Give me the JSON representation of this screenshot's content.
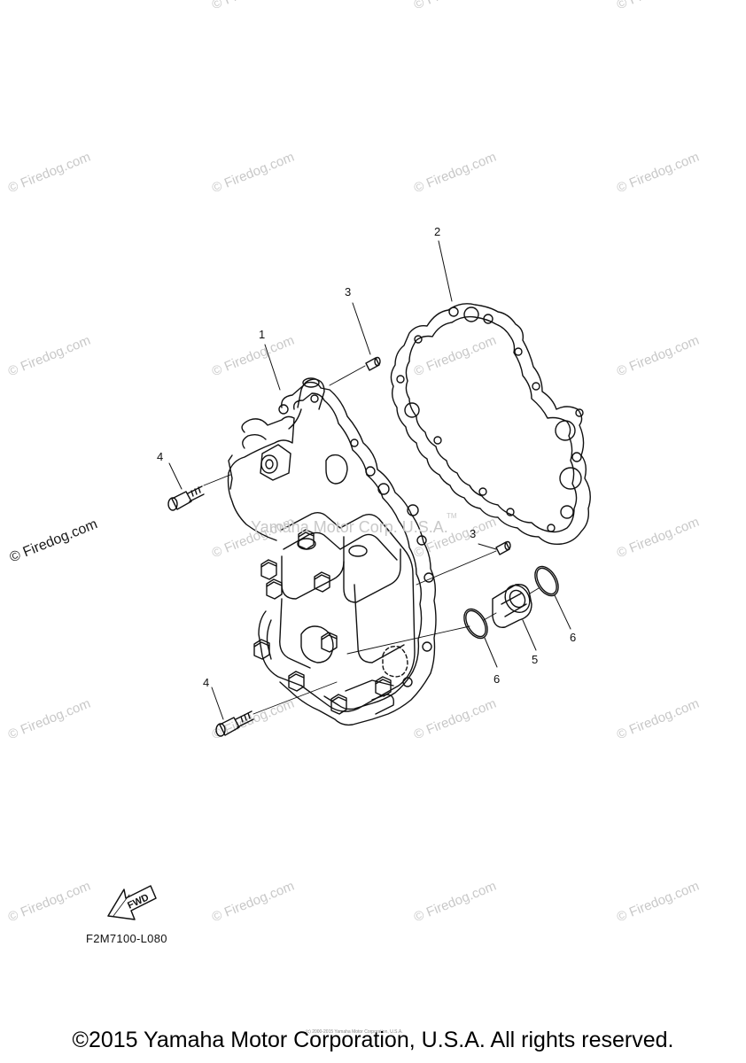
{
  "watermark_text": "© Firedog.com",
  "watermark_prominent": "© Firedog.com",
  "center_watermark": "Yamaha Motor Corp. U.S.A.",
  "center_watermark_tm": "TM",
  "part_callouts": {
    "p1": "1",
    "p2": "2",
    "p3_top": "3",
    "p3_right": "3",
    "p4_top": "4",
    "p4_bottom": "4",
    "p5": "5",
    "p6_left": "6",
    "p6_right": "6"
  },
  "fwd_label": "FWD",
  "diagram_code": "F2M7100-L080",
  "tiny_notice": "(c) 2000-2015 Yamaha Motor Corporation, U.S.A.",
  "copyright": "©2015 Yamaha Motor Corporation, U.S.A. All rights reserved."
}
